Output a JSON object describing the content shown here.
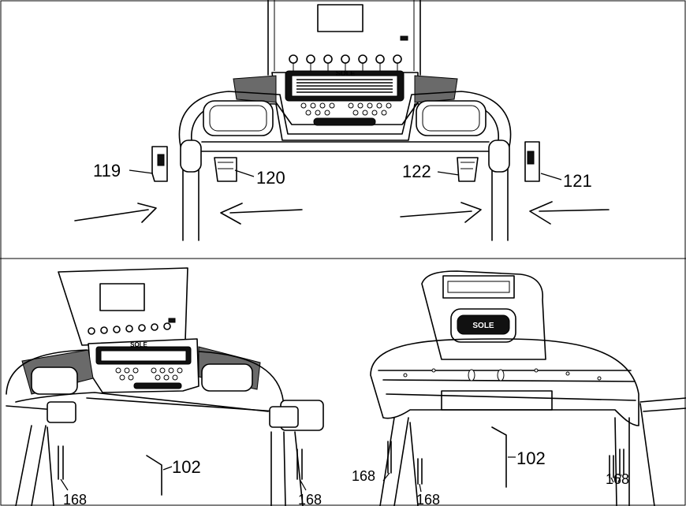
{
  "brand": "SOLE",
  "callouts": {
    "part_119": "119",
    "part_120": "120",
    "part_121": "121",
    "part_122": "122",
    "part_102_left": "102",
    "part_102_right": "102",
    "part_168_a": "168",
    "part_168_b": "168",
    "part_168_c": "168",
    "part_168_d": "168",
    "part_168_e": "168"
  }
}
